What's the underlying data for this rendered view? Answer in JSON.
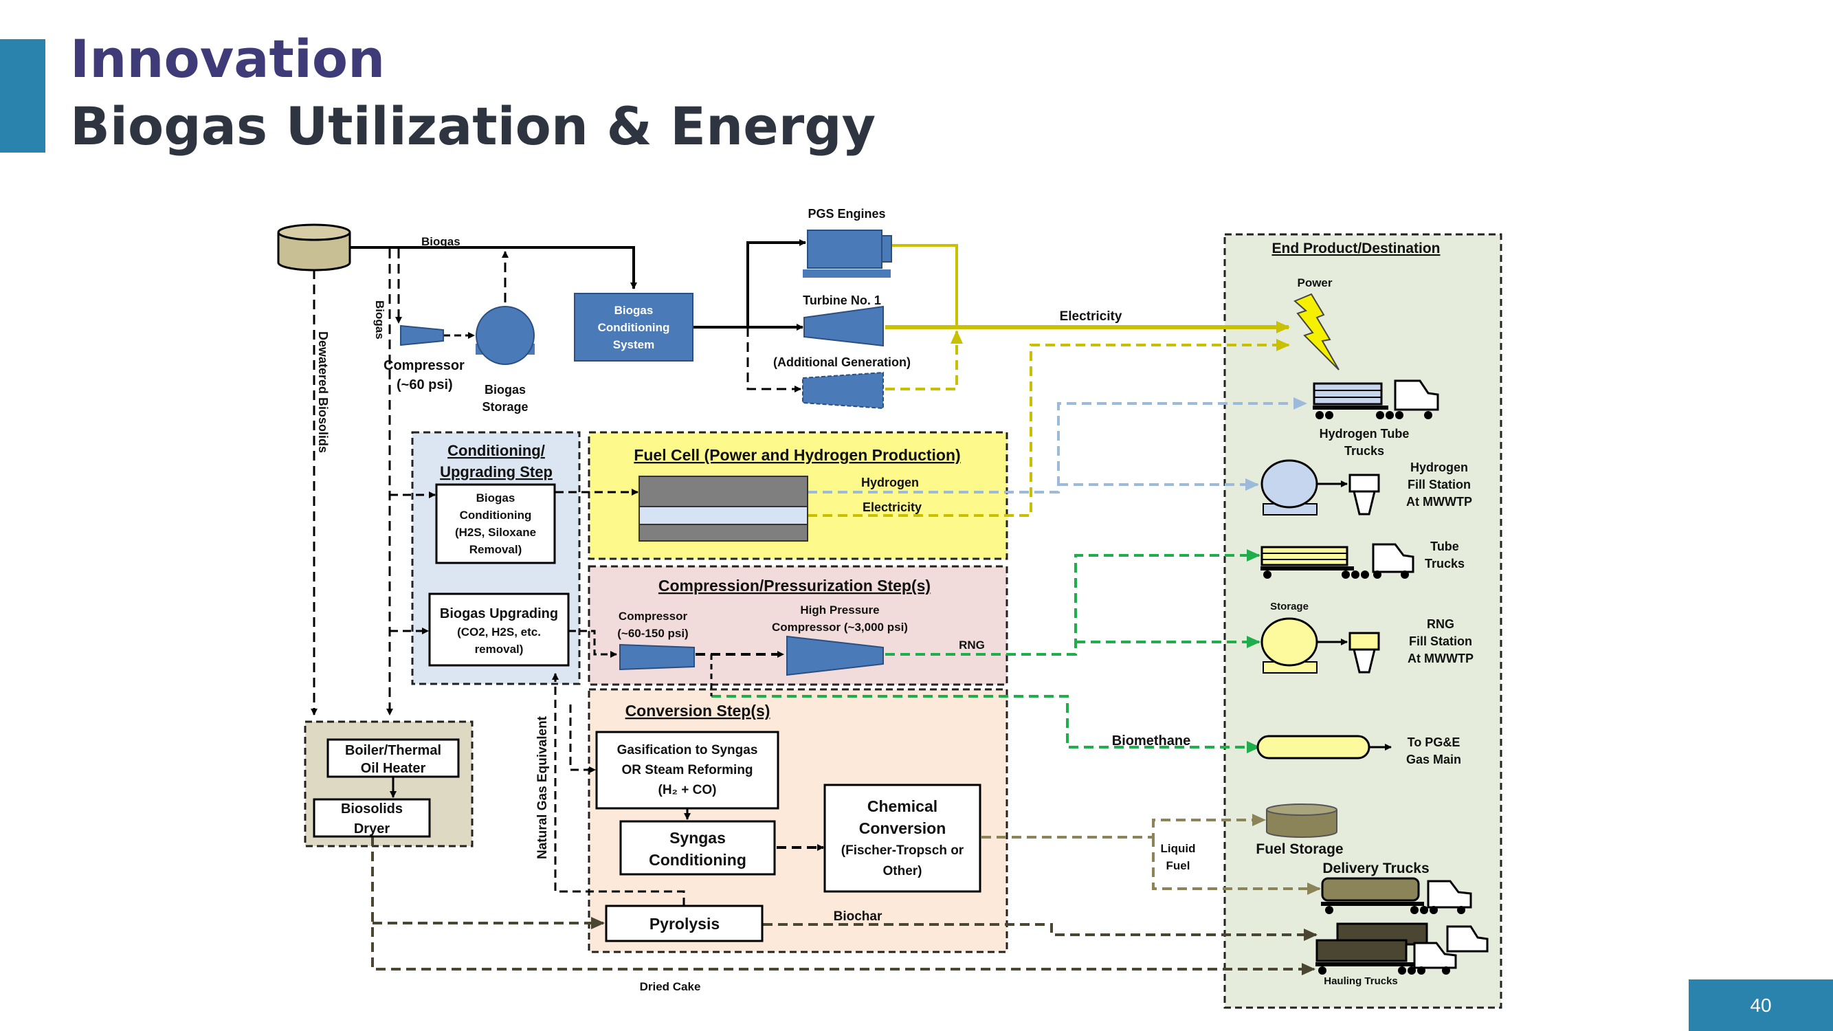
{
  "slide": {
    "title_line1": "Innovation",
    "title_line2": "Biogas Utilization & Energy",
    "page_number": "40"
  },
  "colors": {
    "accent": "#2983ad",
    "title1": "#3e3b78",
    "title2": "#2e3440",
    "equipment_blue": "#4a7ab8",
    "electricity": "#c8c000",
    "hydrogen": "#9ebadb",
    "rng": "#1fae4b",
    "liquid_fuel": "#8c8459",
    "biochar": "#4a4632"
  },
  "diagram": {
    "labels": {
      "biogas_top": "Biogas",
      "biogas_vertical": "Biogas",
      "dewatered": "Dewatered Biosolids",
      "compressor_l1": "Compressor",
      "compressor_l2": "(~60 psi)",
      "storage_l1": "Biogas",
      "storage_l2": "Storage",
      "bcs_l1": "Biogas",
      "bcs_l2": "Conditioning",
      "bcs_l3": "System",
      "pgs": "PGS Engines",
      "turbine": "Turbine No. 1",
      "additional": "(Additional Generation)",
      "electricity": "Electricity",
      "end_title": "End Product/Destination",
      "power": "Power",
      "h2_trucks_l1": "Hydrogen Tube",
      "h2_trucks_l2": "Trucks",
      "h2_station_l1": "Hydrogen",
      "h2_station_l2": "Fill Station",
      "h2_station_l3": "At MWWTP",
      "tube_trucks_l1": "Tube",
      "tube_trucks_l2": "Trucks",
      "storage_small": "Storage",
      "rng_station_l1": "RNG",
      "rng_station_l2": "Fill Station",
      "rng_station_l3": "At MWWTP",
      "pge_l1": "To PG&E",
      "pge_l2": "Gas Main",
      "fuel_storage": "Fuel Storage",
      "delivery_trucks": "Delivery Trucks",
      "hauling_trucks": "Hauling Trucks",
      "cond_title_l1": "Conditioning/",
      "cond_title_l2": "Upgrading Step",
      "cond_box_l1": "Biogas",
      "cond_box_l2": "Conditioning",
      "cond_box_l3": "(H2S, Siloxane",
      "cond_box_l4": "Removal)",
      "upg_l1": "Biogas Upgrading",
      "upg_l2": "(CO2, H2S, etc.",
      "upg_l3": "removal)",
      "fuelcell_title": "Fuel Cell (Power and Hydrogen Production)",
      "hydrogen": "Hydrogen",
      "electricity_fc": "Electricity",
      "comp_title": "Compression/Pressurization Step(s)",
      "comp1_l1": "Compressor",
      "comp1_l2": "(~60-150 psi)",
      "hp_l1": "High Pressure",
      "hp_l2": "Compressor (~3,000 psi)",
      "rng": "RNG",
      "conv_title": "Conversion Step(s)",
      "gas_l1": "Gasification to Syngas",
      "gas_l2": "OR Steam Reforming",
      "gas_l3": "(H₂ + CO)",
      "syn_l1": "Syngas",
      "syn_l2": "Conditioning",
      "chem_l1": "Chemical",
      "chem_l2": "Conversion",
      "chem_l3": "(Fischer-Tropsch or",
      "chem_l4": "Other)",
      "pyrolysis": "Pyrolysis",
      "biochar": "Biochar",
      "natgas": "Natural Gas Equivalent",
      "biomethane": "Biomethane",
      "liquid_l1": "Liquid",
      "liquid_l2": "Fuel",
      "boiler_l1": "Boiler/Thermal",
      "boiler_l2": "Oil Heater",
      "dryer_l1": "Biosolids",
      "dryer_l2": "Dryer",
      "dried_cake": "Dried Cake"
    }
  }
}
